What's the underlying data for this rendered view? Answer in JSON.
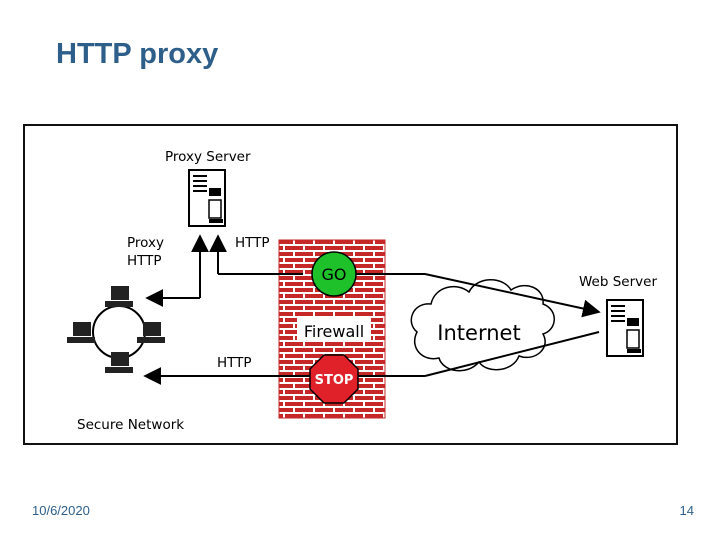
{
  "slide": {
    "title": "HTTP proxy",
    "date": "10/6/2020",
    "page_number": "14"
  },
  "diagram": {
    "labels": {
      "proxy_server": "Proxy Server",
      "proxy_http_line1": "Proxy",
      "proxy_http_line2": "HTTP",
      "http_top": "HTTP",
      "http_bottom": "HTTP",
      "web_server": "Web Server",
      "internet": "Internet",
      "firewall": "Firewall",
      "go": "GO",
      "stop": "STOP",
      "secure_network": "Secure Network"
    },
    "colors": {
      "brick": "#c62828",
      "mortar": "#ffffff",
      "go_sign": "#1fc12a",
      "stop_sign": "#e0212a",
      "title": "#2d5f8a"
    }
  }
}
